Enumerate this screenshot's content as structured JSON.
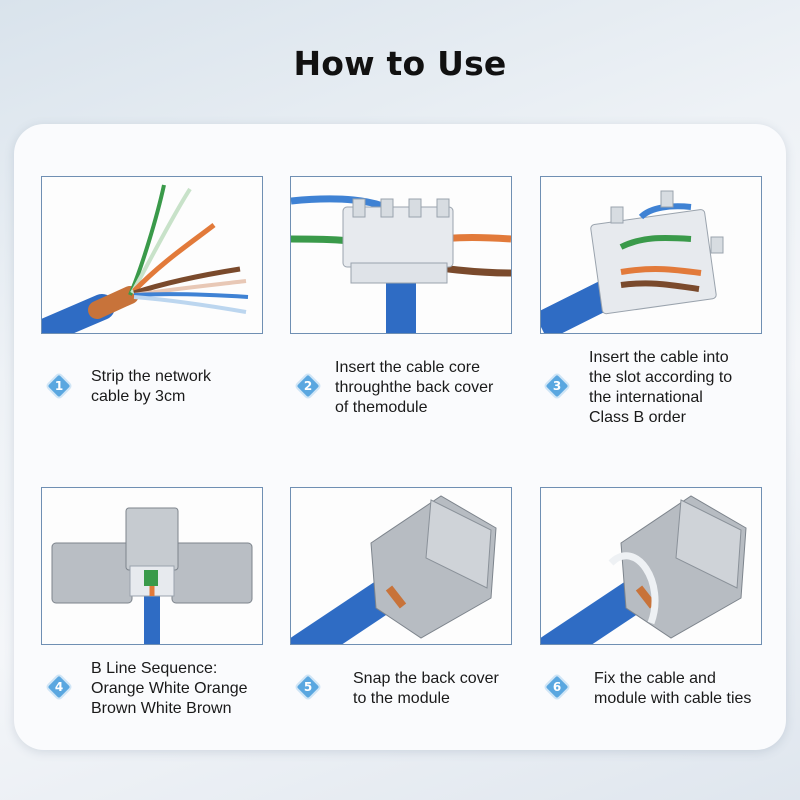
{
  "title": "How to Use",
  "steps": [
    {
      "number": "1",
      "text": "Strip the network\ncable by 3cm"
    },
    {
      "number": "2",
      "text": "Insert the cable core\nthroughthe back cover\nof themodule"
    },
    {
      "number": "3",
      "text": "Insert the cable into\nthe slot according to\nthe international\nClass B order"
    },
    {
      "number": "4",
      "text": "B Line Sequence:\nOrange White Orange\nBrown White Brown"
    },
    {
      "number": "5",
      "text": "Snap the back cover\nto the module"
    },
    {
      "number": "6",
      "text": "Fix the cable and\nmodule with cable ties"
    }
  ],
  "colors": {
    "badge": "#5aa7e0",
    "cable_blue": "#2f6cc4",
    "wire_orange": "#e27a3a",
    "wire_green": "#3a9a4a",
    "wire_brown": "#7a4a2c",
    "photo_border": "#6f8fb3"
  },
  "icons": [
    "diamond-badge-icon"
  ]
}
